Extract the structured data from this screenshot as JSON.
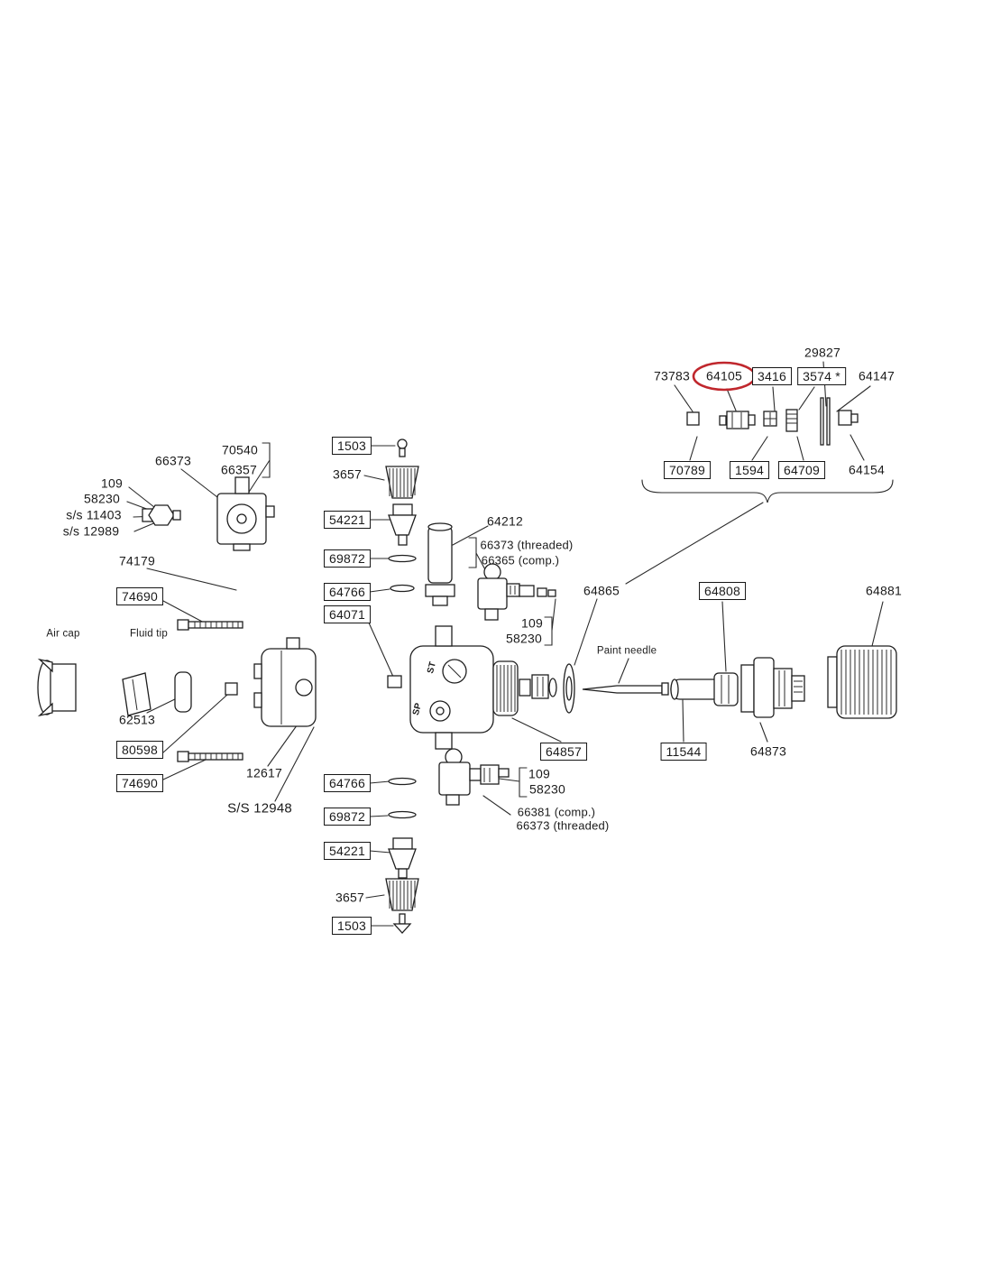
{
  "meta": {
    "description": "Exploded parts diagram of a spray gun with part-number callouts; part 64105 is circled in red",
    "ink_color": "#1b1b1b",
    "highlight_color": "#c0272d"
  },
  "labels": {
    "top_right": {
      "n29827": "29827",
      "n73783": "73783",
      "n64105": "64105",
      "n3416": "3416",
      "n3574": "3574 *",
      "n64147": "64147",
      "n70789": "70789",
      "n1594": "1594",
      "n64709": "64709",
      "n64154": "64154"
    },
    "left": {
      "n70540": "70540",
      "n66357": "66357",
      "n66373": "66373",
      "n109": "109",
      "n58230": "58230",
      "ss11403": "s/s 11403",
      "ss12989": "s/s 12989",
      "n74179": "74179",
      "n74690_top": "74690",
      "air_cap": "Air cap",
      "fluid_tip": "Fluid tip",
      "n62513": "62513",
      "n80598": "80598",
      "n74690_bottom": "74690",
      "n12617": "12617",
      "ss12948": "S/S 12948"
    },
    "center": {
      "n1503_top": "1503",
      "n3657_top": "3657",
      "n54221_top": "54221",
      "n69872_top": "69872",
      "n64766_top": "64766",
      "n64071": "64071",
      "n64212": "64212",
      "n66373_threaded": "66373 (threaded)",
      "n66365_comp": "66365 (comp.)",
      "n109_mid": "109",
      "n58230_mid": "58230",
      "st": "ST",
      "sp": "SP"
    },
    "right": {
      "n64865": "64865",
      "paint_needle": "Paint needle",
      "n64808": "64808",
      "n64881": "64881",
      "n64857": "64857",
      "n11544": "11544",
      "n64873": "64873"
    },
    "bottom": {
      "n64766": "64766",
      "n109": "109",
      "n58230": "58230",
      "n66381_comp": "66381 (comp.)",
      "n66373_threaded": "66373 (threaded)",
      "n69872": "69872",
      "n54221": "54221",
      "n3657": "3657",
      "n1503": "1503"
    }
  }
}
